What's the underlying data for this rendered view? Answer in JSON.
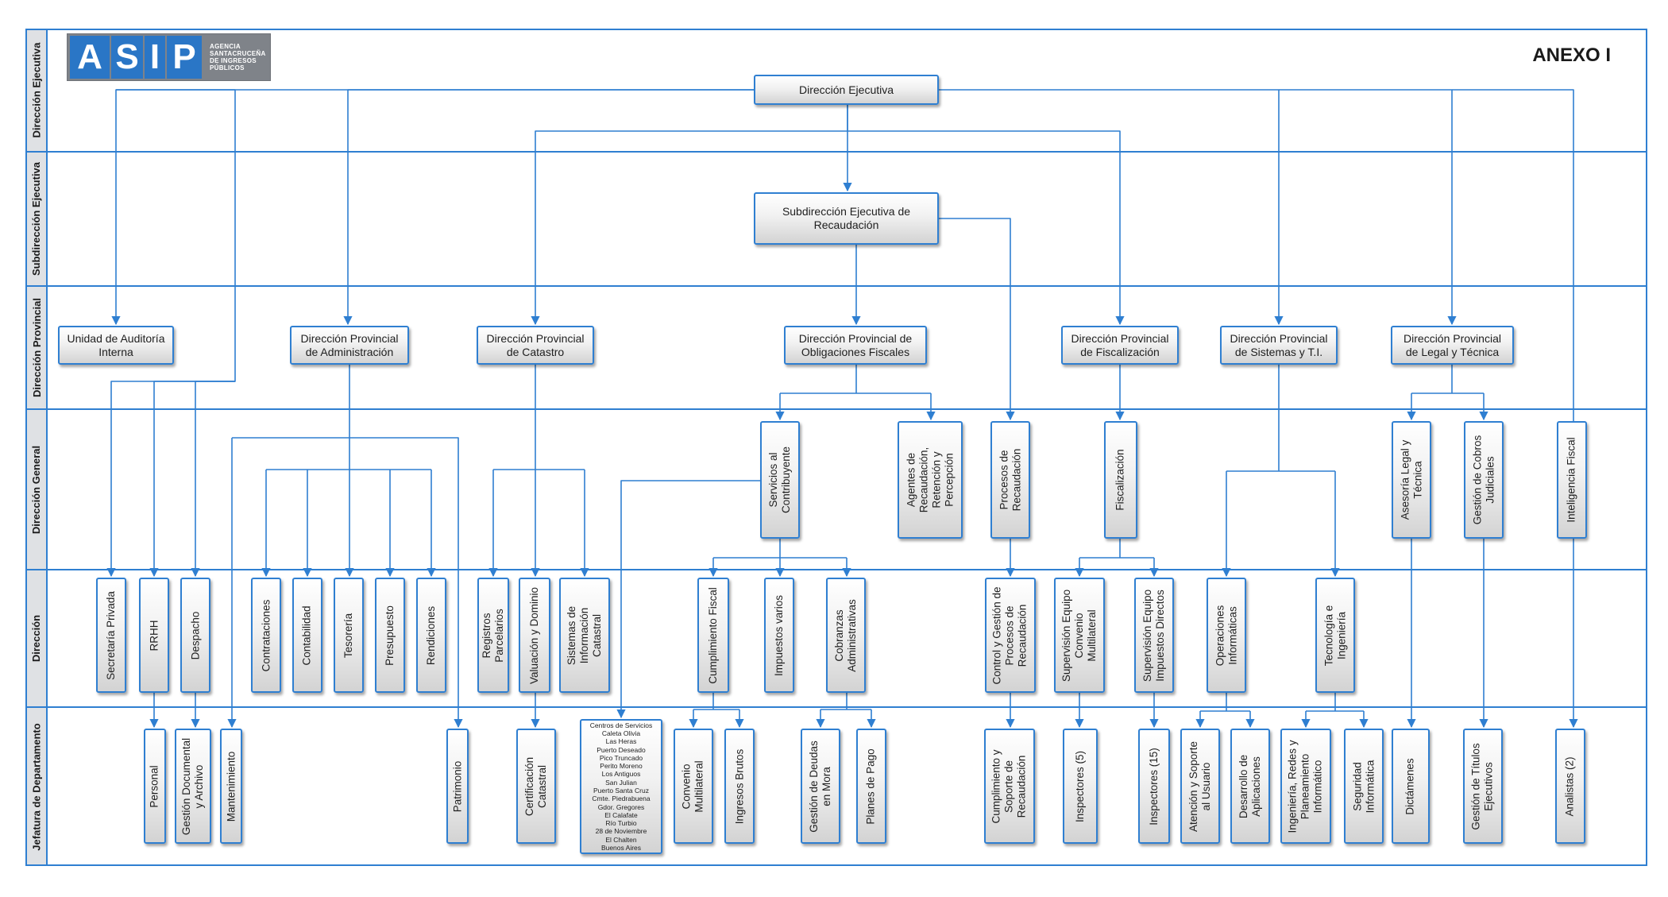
{
  "logo": {
    "acronym": "ASIP",
    "letters": [
      "A",
      "S",
      "I",
      "P"
    ],
    "agency": "AGENCIA\nSANTACRUCEÑA\nDE INGRESOS\nPÚBLICOS"
  },
  "annex": "ANEXO I",
  "bands": [
    {
      "id": "de",
      "label": "Dirección Ejecutiva"
    },
    {
      "id": "se",
      "label": "Subdirección Ejecutiva"
    },
    {
      "id": "dp",
      "label": "Dirección Provincial"
    },
    {
      "id": "dg",
      "label": "Dirección General"
    },
    {
      "id": "d",
      "label": "Dirección"
    },
    {
      "id": "jd",
      "label": "Jefatura de Departamento"
    }
  ],
  "colors": {
    "line": "#2f7fd1",
    "band_label_bg": "#dfe1e4",
    "logo_bg": "#7f8389",
    "logo_tile": "#2a76c6"
  },
  "nodes": [
    {
      "id": "dir_ejec",
      "label": "Dirección Ejecutiva",
      "parent": null
    },
    {
      "id": "subdir",
      "label": "Subdirección Ejecutiva de\nRecaudación",
      "parent": "dir_ejec"
    },
    {
      "id": "auditoria",
      "label": "Unidad de Auditoría\nInterna",
      "parent": "dir_ejec"
    },
    {
      "id": "dp_admin",
      "label": "Dirección Provincial\nde Administración",
      "parent": "dir_ejec"
    },
    {
      "id": "dp_catastro",
      "label": "Dirección Provincial\nde Catastro",
      "parent": "dir_ejec"
    },
    {
      "id": "dp_oblig",
      "label": "Dirección Provincial de\nObligaciones Fiscales",
      "parent": "subdir"
    },
    {
      "id": "dp_fisc",
      "label": "Dirección Provincial\nde Fiscalización",
      "parent": "dir_ejec"
    },
    {
      "id": "dp_sist",
      "label": "Dirección Provincial\nde Sistemas y T.I.",
      "parent": "dir_ejec"
    },
    {
      "id": "dp_legal",
      "label": "Dirección Provincial\nde Legal y Técnica",
      "parent": "dir_ejec"
    },
    {
      "id": "dg_serv",
      "label": "Servicios al\nContribuyente",
      "parent": "dp_oblig"
    },
    {
      "id": "dg_agentes",
      "label": "Agentes de\nRecaudación,\nRetención y\nPercepción",
      "parent": "dp_oblig"
    },
    {
      "id": "dg_procesos",
      "label": "Procesos de\nRecaudación",
      "parent": "subdir"
    },
    {
      "id": "dg_fisc",
      "label": "Fiscalización",
      "parent": "dp_fisc"
    },
    {
      "id": "dg_asesoria",
      "label": "Asesoría Legal y\nTécnica",
      "parent": "dp_legal"
    },
    {
      "id": "dg_cobros",
      "label": "Gestión de Cobros\nJudiciales",
      "parent": "dp_legal"
    },
    {
      "id": "dg_intel",
      "label": "Inteligencia Fiscal",
      "parent": "dir_ejec"
    },
    {
      "id": "d_secret",
      "label": "Secretaría Privada",
      "parent": "dir_ejec"
    },
    {
      "id": "d_rrhh",
      "label": "RRHH",
      "parent": "dir_ejec"
    },
    {
      "id": "d_despacho",
      "label": "Despacho",
      "parent": "dir_ejec"
    },
    {
      "id": "d_contrat",
      "label": "Contrataciones",
      "parent": "dp_admin"
    },
    {
      "id": "d_contab",
      "label": "Contabilidad",
      "parent": "dp_admin"
    },
    {
      "id": "d_tesor",
      "label": "Tesorería",
      "parent": "dp_admin"
    },
    {
      "id": "d_presup",
      "label": "Presupuesto",
      "parent": "dp_admin"
    },
    {
      "id": "d_rendic",
      "label": "Rendiciones",
      "parent": "dp_admin"
    },
    {
      "id": "d_registros",
      "label": "Registros\nParcelarios",
      "parent": "dp_catastro"
    },
    {
      "id": "d_valuacion",
      "label": "Valuación y Dominio",
      "parent": "dp_catastro"
    },
    {
      "id": "d_sic",
      "label": "Sistemas de\nInformación\nCatastral",
      "parent": "dp_catastro"
    },
    {
      "id": "d_cumplim",
      "label": "Cumplimiento Fiscal",
      "parent": "dg_serv"
    },
    {
      "id": "d_impuestos",
      "label": "Impuestos varios",
      "parent": "dg_serv"
    },
    {
      "id": "d_cobranzas",
      "label": "Cobranzas\nAdministrativas",
      "parent": "dg_serv"
    },
    {
      "id": "d_control",
      "label": "Control y Gestión de\nProcesos de\nRecaudación",
      "parent": "dg_procesos"
    },
    {
      "id": "d_supconv",
      "label": "Supervisión Equipo\nConvenio\nMultilateral",
      "parent": "dg_fisc"
    },
    {
      "id": "d_supimp",
      "label": "Supervisión Equipo\nImpuestos Directos",
      "parent": "dg_fisc"
    },
    {
      "id": "d_operac",
      "label": "Operaciones\nInformáticas",
      "parent": "dp_sist"
    },
    {
      "id": "d_tecno",
      "label": "Tecnología e\nIngeniería",
      "parent": "dp_sist"
    },
    {
      "id": "jd_personal",
      "label": "Personal",
      "parent": "d_rrhh"
    },
    {
      "id": "jd_gestdoc",
      "label": "Gestión Documental\ny Archivo",
      "parent": "d_despacho"
    },
    {
      "id": "jd_mant",
      "label": "Mantenimiento",
      "parent": "dp_admin"
    },
    {
      "id": "jd_patrim",
      "label": "Patrimonio",
      "parent": "dp_admin"
    },
    {
      "id": "jd_certif",
      "label": "Certificación\nCatastral",
      "parent": "d_valuacion"
    },
    {
      "id": "jd_centros",
      "label": "Centros de Servicios\nCaleta Olivia\nLas Heras\nPuerto Deseado\nPico Truncado\nPerito Moreno\nLos Antiguos\nSan Julian\nPuerto Santa Cruz\nCmte. Piedrabuena\nGdor. Gregores\nEl Calafate\nRío Turbio\n28 de Noviembre\nEl Chalten\nBuenos Aires",
      "parent": "dg_serv"
    },
    {
      "id": "jd_convenio",
      "label": "Convenio\nMultilateral",
      "parent": "d_cumplim"
    },
    {
      "id": "jd_ib",
      "label": "Ingresos Brutos",
      "parent": "d_cumplim"
    },
    {
      "id": "jd_deudas",
      "label": "Gestión de Deudas\nen Mora",
      "parent": "d_cobranzas"
    },
    {
      "id": "jd_planes",
      "label": "Planes de Pago",
      "parent": "d_cobranzas"
    },
    {
      "id": "jd_cumplsop",
      "label": "Cumplimiento y\nSoporte de\nRecaudación",
      "parent": "d_control"
    },
    {
      "id": "jd_insp5",
      "label": "Inspectores (5)",
      "parent": "d_supconv"
    },
    {
      "id": "jd_insp15",
      "label": "Inspectores (15)",
      "parent": "d_supimp"
    },
    {
      "id": "jd_atencion",
      "label": "Atención y Soporte\nal Usuario",
      "parent": "d_operac"
    },
    {
      "id": "jd_desarrollo",
      "label": "Desarrollo de\nAplicaciones",
      "parent": "d_operac"
    },
    {
      "id": "jd_ingred",
      "label": "Ingeniería, Redes y\nPlaneamiento\nInformático",
      "parent": "d_tecno"
    },
    {
      "id": "jd_seguridad",
      "label": "Seguridad\nInformática",
      "parent": "d_tecno"
    },
    {
      "id": "jd_dictamenes",
      "label": "Dictámenes",
      "parent": "dg_asesoria"
    },
    {
      "id": "jd_titulos",
      "label": "Gestión de Títulos\nEjecutivos",
      "parent": "dg_cobros"
    },
    {
      "id": "jd_analistas",
      "label": "Analistas (2)",
      "parent": "dg_intel"
    }
  ]
}
